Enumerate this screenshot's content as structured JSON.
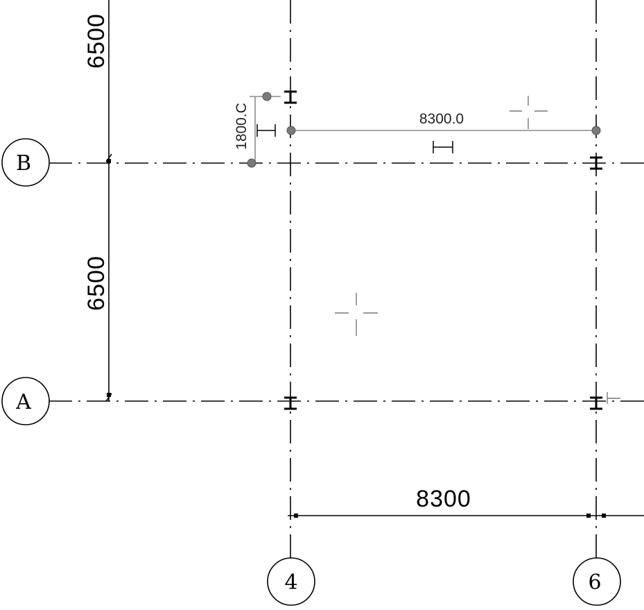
{
  "drawing": {
    "grid_rows": [
      {
        "label": "B"
      },
      {
        "label": "A"
      }
    ],
    "grid_columns": [
      {
        "label": "4"
      },
      {
        "label": "6"
      }
    ],
    "dimensions": {
      "vertical_top": "6500",
      "vertical_middle": "6500",
      "horizontal_bottom": "8300"
    },
    "temporary_dimensions": {
      "horizontal": "8300.0",
      "vertical": "1800.C"
    },
    "icons": [
      "column-symbol",
      "lock-dimension-icon",
      "crosshair-cursor",
      "grip-handle"
    ]
  }
}
